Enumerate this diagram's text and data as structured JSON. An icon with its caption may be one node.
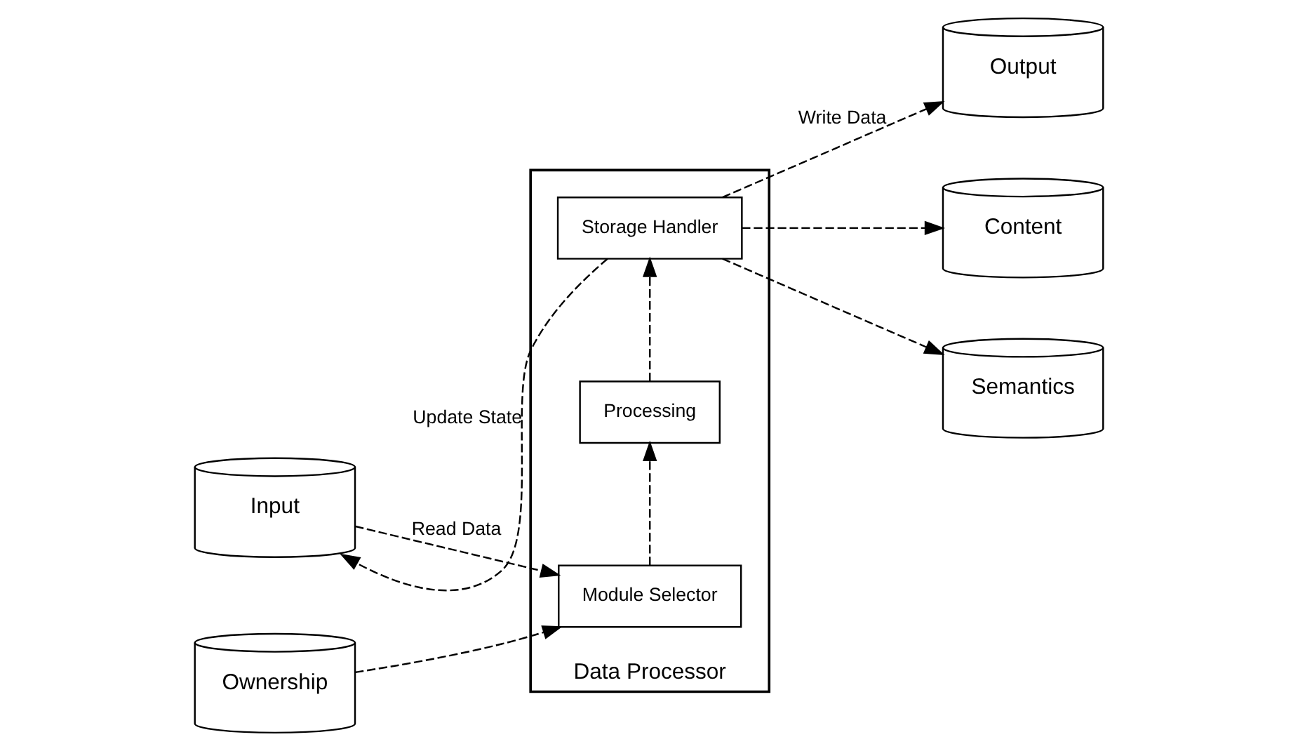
{
  "diagram": {
    "nodes": [
      {
        "text": [
          "Input"
        ]
      },
      {
        "text": [
          "Ownership"
        ]
      },
      {
        "text": [
          "Data Processor"
        ]
      },
      {
        "text": [
          "Module Selector"
        ],
        "in": 2
      },
      {
        "text": [
          "Processing"
        ],
        "in": 2
      },
      {
        "text": [
          "Storage Handler"
        ],
        "in": 2
      },
      {
        "text": [
          "Output"
        ]
      },
      {
        "text": [
          "Content"
        ]
      },
      {
        "text": [
          "Semantics"
        ]
      }
    ],
    "edges": [
      {
        "from": 0,
        "to": 3,
        "arrow": "to",
        "label": "Read Data",
        "style": "dashed"
      },
      {
        "from": 1,
        "to": 3,
        "arrow": "to",
        "style": "dashed"
      },
      {
        "from": 3,
        "to": 4,
        "arrow": "to",
        "style": "dashed"
      },
      {
        "from": 4,
        "to": 5,
        "arrow": "to",
        "style": "dashed"
      },
      {
        "from": 5,
        "to": 0,
        "arrow": "to",
        "label": "Update State",
        "style": "dashed"
      },
      {
        "from": 5,
        "to": 6,
        "arrow": "to",
        "label": "Write Data",
        "style": "dashed"
      },
      {
        "from": 5,
        "to": 7,
        "arrow": "to",
        "style": "dashed"
      },
      {
        "from": 5,
        "to": 8,
        "arrow": "to",
        "style": "dashed"
      }
    ]
  }
}
